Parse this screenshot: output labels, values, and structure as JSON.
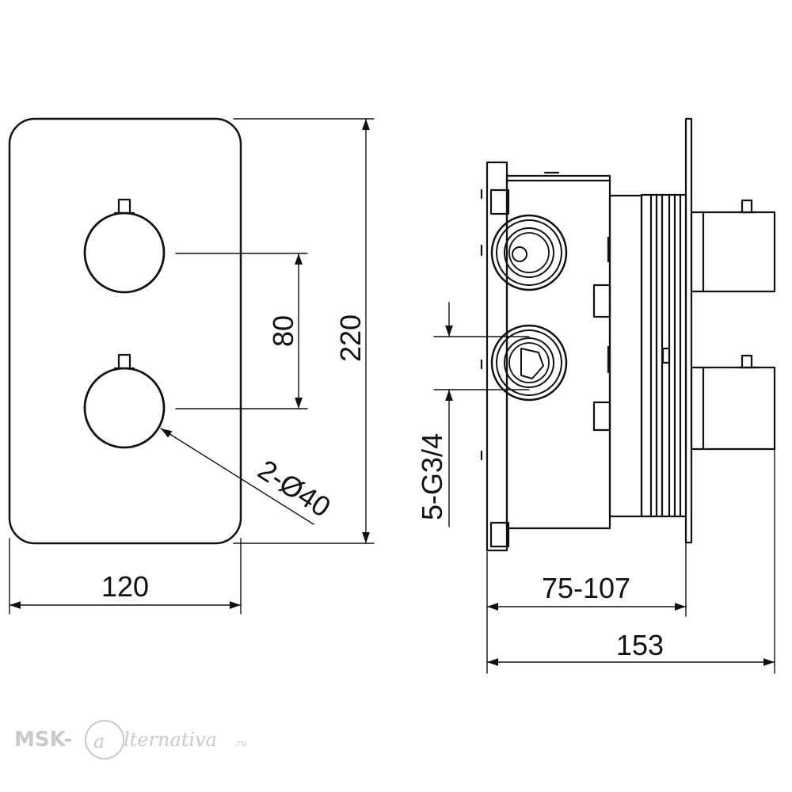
{
  "dimensions": {
    "width_front": "120",
    "height_front": "220",
    "knob_spacing": "80",
    "knob_diameter": "2-Ø40",
    "depth_range": "75-107",
    "depth_total": "153",
    "connections": "5-G3/4"
  },
  "watermark": {
    "prefix": "MSK-",
    "script": "lternativa",
    "suffix": ".ru"
  }
}
